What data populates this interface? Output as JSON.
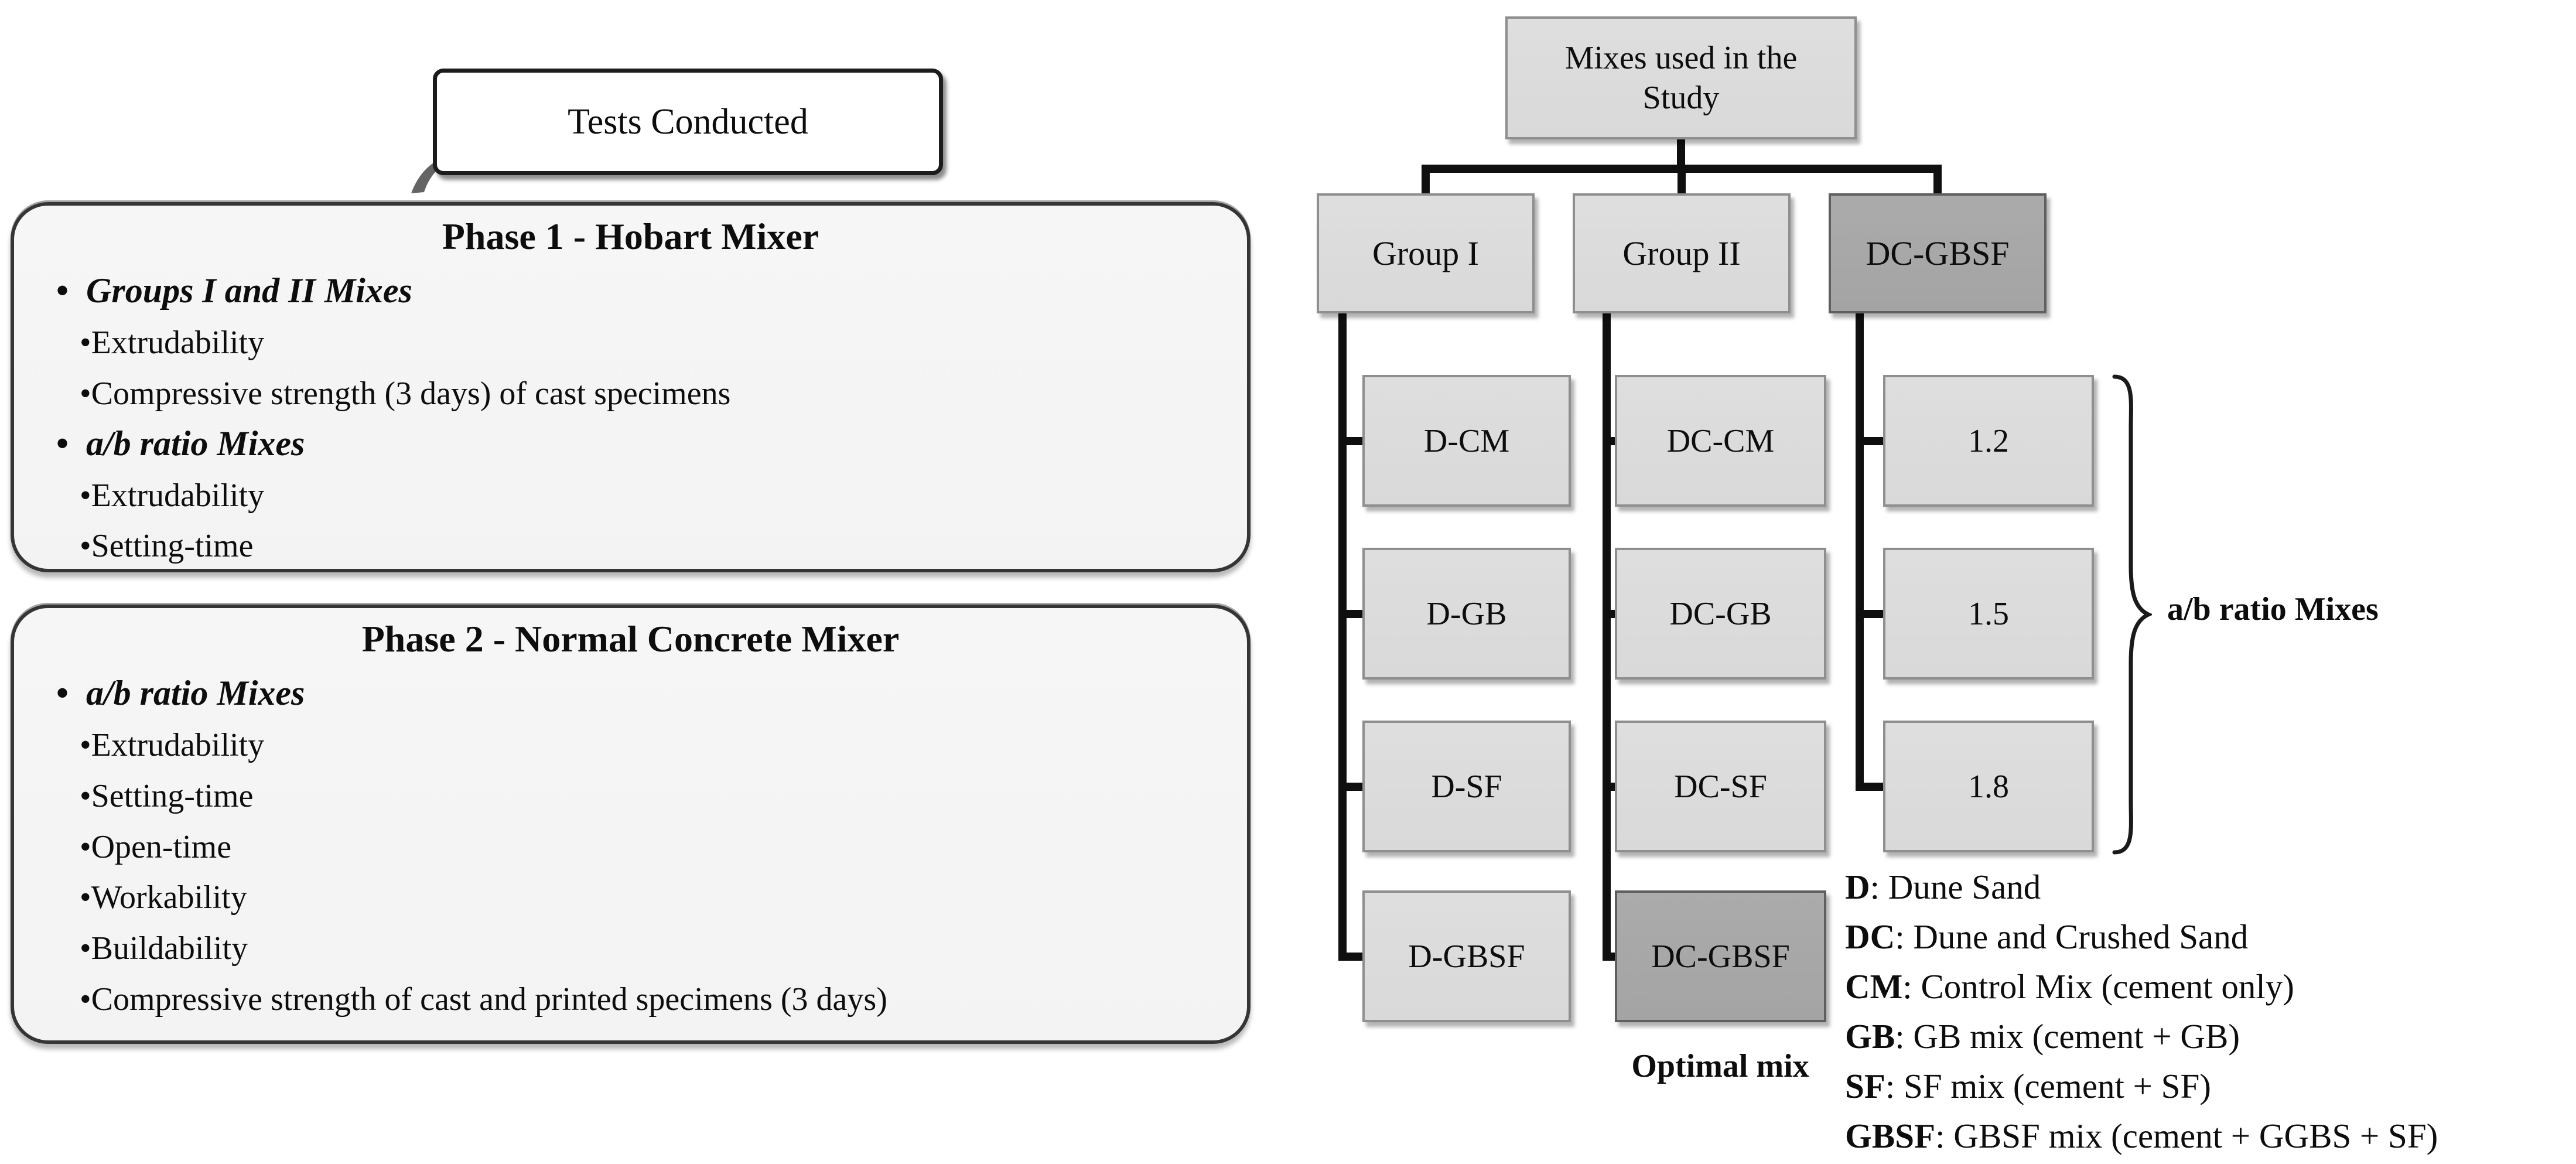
{
  "left_panel": {
    "header_label": "Tests Conducted",
    "phase1": {
      "title": "Phase 1 - Hobart Mixer",
      "items": [
        {
          "level": 1,
          "text": "Groups I and II Mixes"
        },
        {
          "level": 2,
          "text": "Extrudability"
        },
        {
          "level": 2,
          "text": "Compressive strength (3 days) of cast specimens"
        },
        {
          "level": 1,
          "text": "a/b ratio Mixes"
        },
        {
          "level": 2,
          "text": "Extrudability"
        },
        {
          "level": 2,
          "text": "Setting-time"
        }
      ]
    },
    "phase2": {
      "title": "Phase 2 - Normal Concrete Mixer",
      "items": [
        {
          "level": 1,
          "text": "a/b ratio Mixes"
        },
        {
          "level": 2,
          "text": "Extrudability"
        },
        {
          "level": 2,
          "text": "Setting-time"
        },
        {
          "level": 2,
          "text": "Open-time"
        },
        {
          "level": 2,
          "text": "Workability"
        },
        {
          "level": 2,
          "text": "Buildability"
        },
        {
          "level": 2,
          "text": "Compressive strength of cast and printed specimens (3 days)"
        }
      ]
    }
  },
  "tree": {
    "root_label": "Mixes used in the Study",
    "groups": [
      {
        "label": "Group I",
        "variant": "light",
        "children": [
          {
            "label": "D-CM",
            "variant": "light"
          },
          {
            "label": "D-GB",
            "variant": "light"
          },
          {
            "label": "D-SF",
            "variant": "light"
          },
          {
            "label": "D-GBSF",
            "variant": "light"
          }
        ]
      },
      {
        "label": "Group II",
        "variant": "light",
        "children": [
          {
            "label": "DC-CM",
            "variant": "light"
          },
          {
            "label": "DC-GB",
            "variant": "light"
          },
          {
            "label": "DC-SF",
            "variant": "light"
          },
          {
            "label": "DC-GBSF",
            "variant": "dark"
          }
        ]
      },
      {
        "label": "DC-GBSF",
        "variant": "dark",
        "children": [
          {
            "label": "1.2",
            "variant": "light"
          },
          {
            "label": "1.5",
            "variant": "light"
          },
          {
            "label": "1.8",
            "variant": "light"
          }
        ]
      }
    ],
    "brace_label": "a/b ratio Mixes",
    "optimal_label": "Optimal mix"
  },
  "legend": {
    "entries": [
      {
        "term": "D",
        "rest": ": Dune Sand"
      },
      {
        "term": "DC",
        "rest": ": Dune and Crushed Sand"
      },
      {
        "term": "CM",
        "rest": ": Control Mix (cement only)"
      },
      {
        "term": "GB",
        "rest": ": GB mix (cement + GB)"
      },
      {
        "term": "SF",
        "rest": ": SF mix (cement + SF)"
      },
      {
        "term": "GBSF",
        "rest": ": GBSF mix (cement + GGBS + SF)"
      }
    ]
  },
  "colors": {
    "box_fill": "#d9d9d9",
    "box_border": "#8f8f8f",
    "dark_fill": "#a4a4a4",
    "dark_border": "#5f5f5f",
    "line": "#0f0f0f",
    "phase_fill": "#f3f3f3",
    "phase_border": "#353535",
    "text": "#0d0d0d"
  }
}
